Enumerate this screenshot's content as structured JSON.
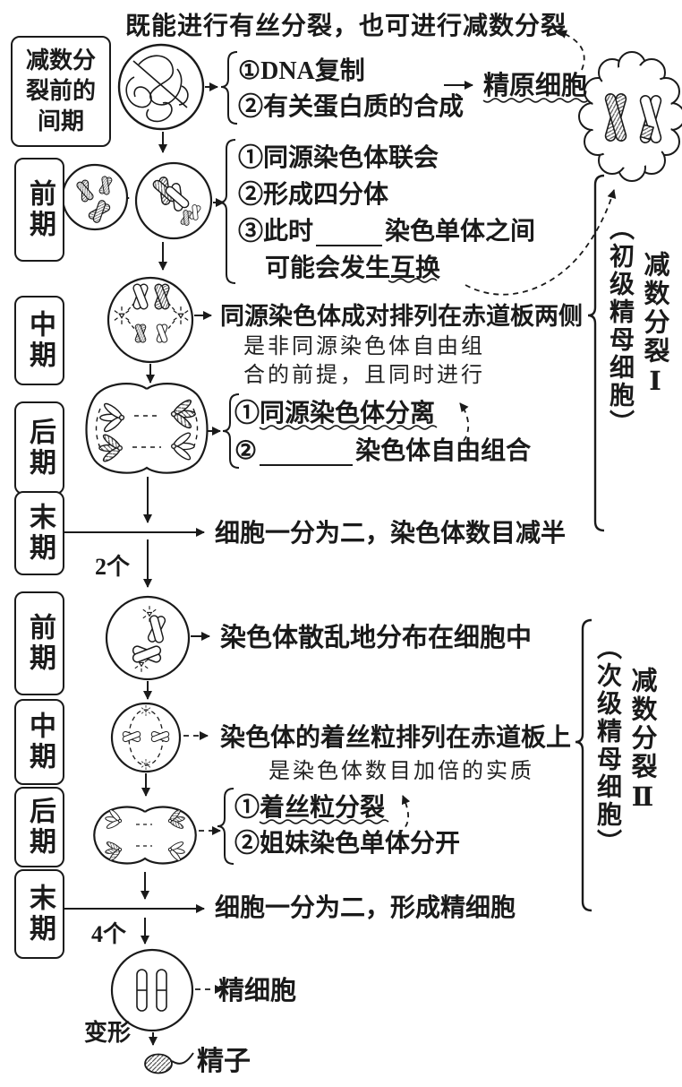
{
  "title": "既能进行有丝分裂，也可进行减数分裂",
  "colors": {
    "ink": "#1a1a1a",
    "paper": "#ffffff"
  },
  "meiosis1": {
    "interphase_box": "减数分裂前的间期",
    "interphase_items": [
      "①DNA复制",
      "②有关蛋白质的合成"
    ],
    "spermatogonium": "精原细胞",
    "prophase_box": "前期",
    "prophase_item1": "①同源染色体联会",
    "prophase_item2": "②形成四分体",
    "prophase_item3_pre": "③此时",
    "prophase_item3_post": "染色单体之间",
    "prophase_item3_line2": "可能会发生互换",
    "metaphase_box": "中期",
    "metaphase_text": "同源染色体成对排列在赤道板两侧",
    "metaphase_note_line1": "是非同源染色体自由组",
    "metaphase_note_line2": "合的前提，且同时进行",
    "anaphase_box": "后期",
    "anaphase_item1": "①同源染色体分离",
    "anaphase_item2_pre": "②",
    "anaphase_item2_post": "染色体自由组合",
    "telophase_box": "末期",
    "telophase_text": "细胞一分为二，染色体数目减半",
    "result_count": "2个",
    "side_label_cell": "（初级精母细胞）",
    "side_label_division": "减数分裂Ⅰ"
  },
  "meiosis2": {
    "prophase_box": "前期",
    "prophase_text": "染色体散乱地分布在细胞中",
    "metaphase_box": "中期",
    "metaphase_text": "染色体的着丝粒排列在赤道板上",
    "anaphase_note": "是染色体数目加倍的实质",
    "anaphase_box": "后期",
    "anaphase_item1": "①着丝粒分裂",
    "anaphase_item2": "②姐妹染色单体分开",
    "telophase_box": "末期",
    "telophase_text": "细胞一分为二，形成精细胞",
    "result_count": "4个",
    "side_label_cell": "（次级精母细胞）",
    "side_label_division": "减数分裂Ⅱ"
  },
  "final": {
    "spermatid": "精细胞",
    "transform_label": "变形",
    "sperm": "精子"
  }
}
